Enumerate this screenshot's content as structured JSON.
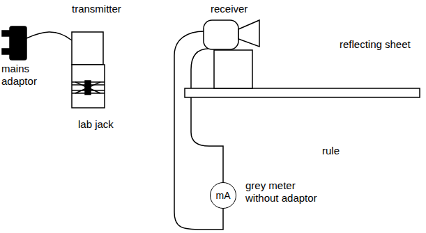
{
  "diagram": {
    "nodes": [
      {
        "text": [
          "mA"
        ]
      }
    ],
    "labels": [
      "transmitter",
      "receiver",
      "reflecting sheet",
      "mains adaptor",
      "lab jack",
      "rule",
      "grey meter without adaptor"
    ]
  }
}
